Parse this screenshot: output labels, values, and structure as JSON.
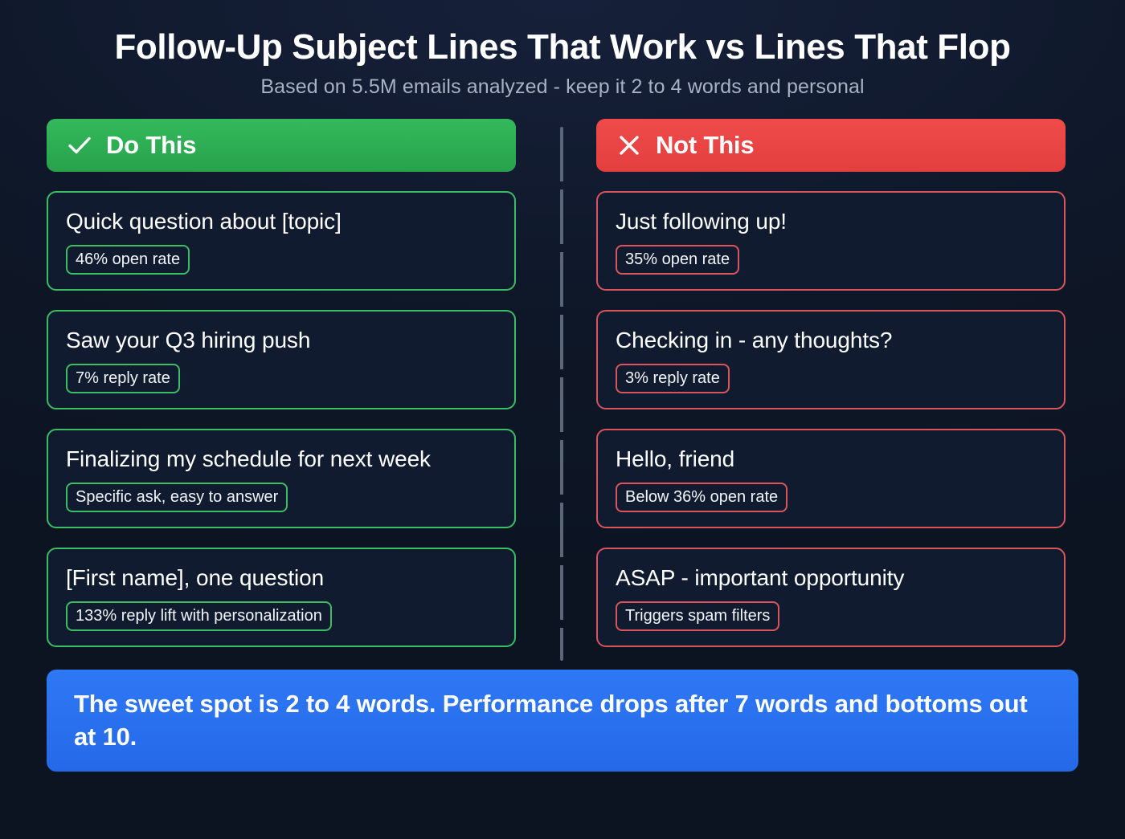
{
  "header": {
    "title": "Follow-Up Subject Lines That Work vs Lines That Flop",
    "subtitle": "Based on 5.5M emails analyzed - keep it 2 to 4 words and personal"
  },
  "colors": {
    "background": "#0e1727",
    "card_fill": "#111b2f",
    "good_accent": "#2eae54",
    "good_border": "#3bbd63",
    "bad_accent": "#ea4545",
    "bad_border": "#d9555c",
    "banner_blue": "#2b72f0",
    "title_text": "#ffffff",
    "subtitle_text": "#a7b2c3",
    "divider": "#5c6679"
  },
  "columns": [
    {
      "key": "good",
      "heading": "Do This",
      "icon": "check-icon",
      "cards": [
        {
          "text": "Quick question about [topic]",
          "badge": "46% open rate"
        },
        {
          "text": "Saw your Q3 hiring push",
          "badge": "7% reply rate"
        },
        {
          "text": "Finalizing my schedule for next week",
          "badge": "Specific ask, easy to answer"
        },
        {
          "text": "[First name], one question",
          "badge": "133% reply lift with personalization"
        }
      ]
    },
    {
      "key": "bad",
      "heading": "Not This",
      "icon": "cross-icon",
      "cards": [
        {
          "text": "Just following up!",
          "badge": "35% open rate"
        },
        {
          "text": "Checking in - any thoughts?",
          "badge": "3% reply rate"
        },
        {
          "text": "Hello, friend",
          "badge": "Below 36% open rate"
        },
        {
          "text": "ASAP - important opportunity",
          "badge": "Triggers spam filters"
        }
      ]
    }
  ],
  "footer": {
    "text": "The sweet spot is 2 to 4 words. Performance drops after 7 words and bottoms out at 10."
  }
}
